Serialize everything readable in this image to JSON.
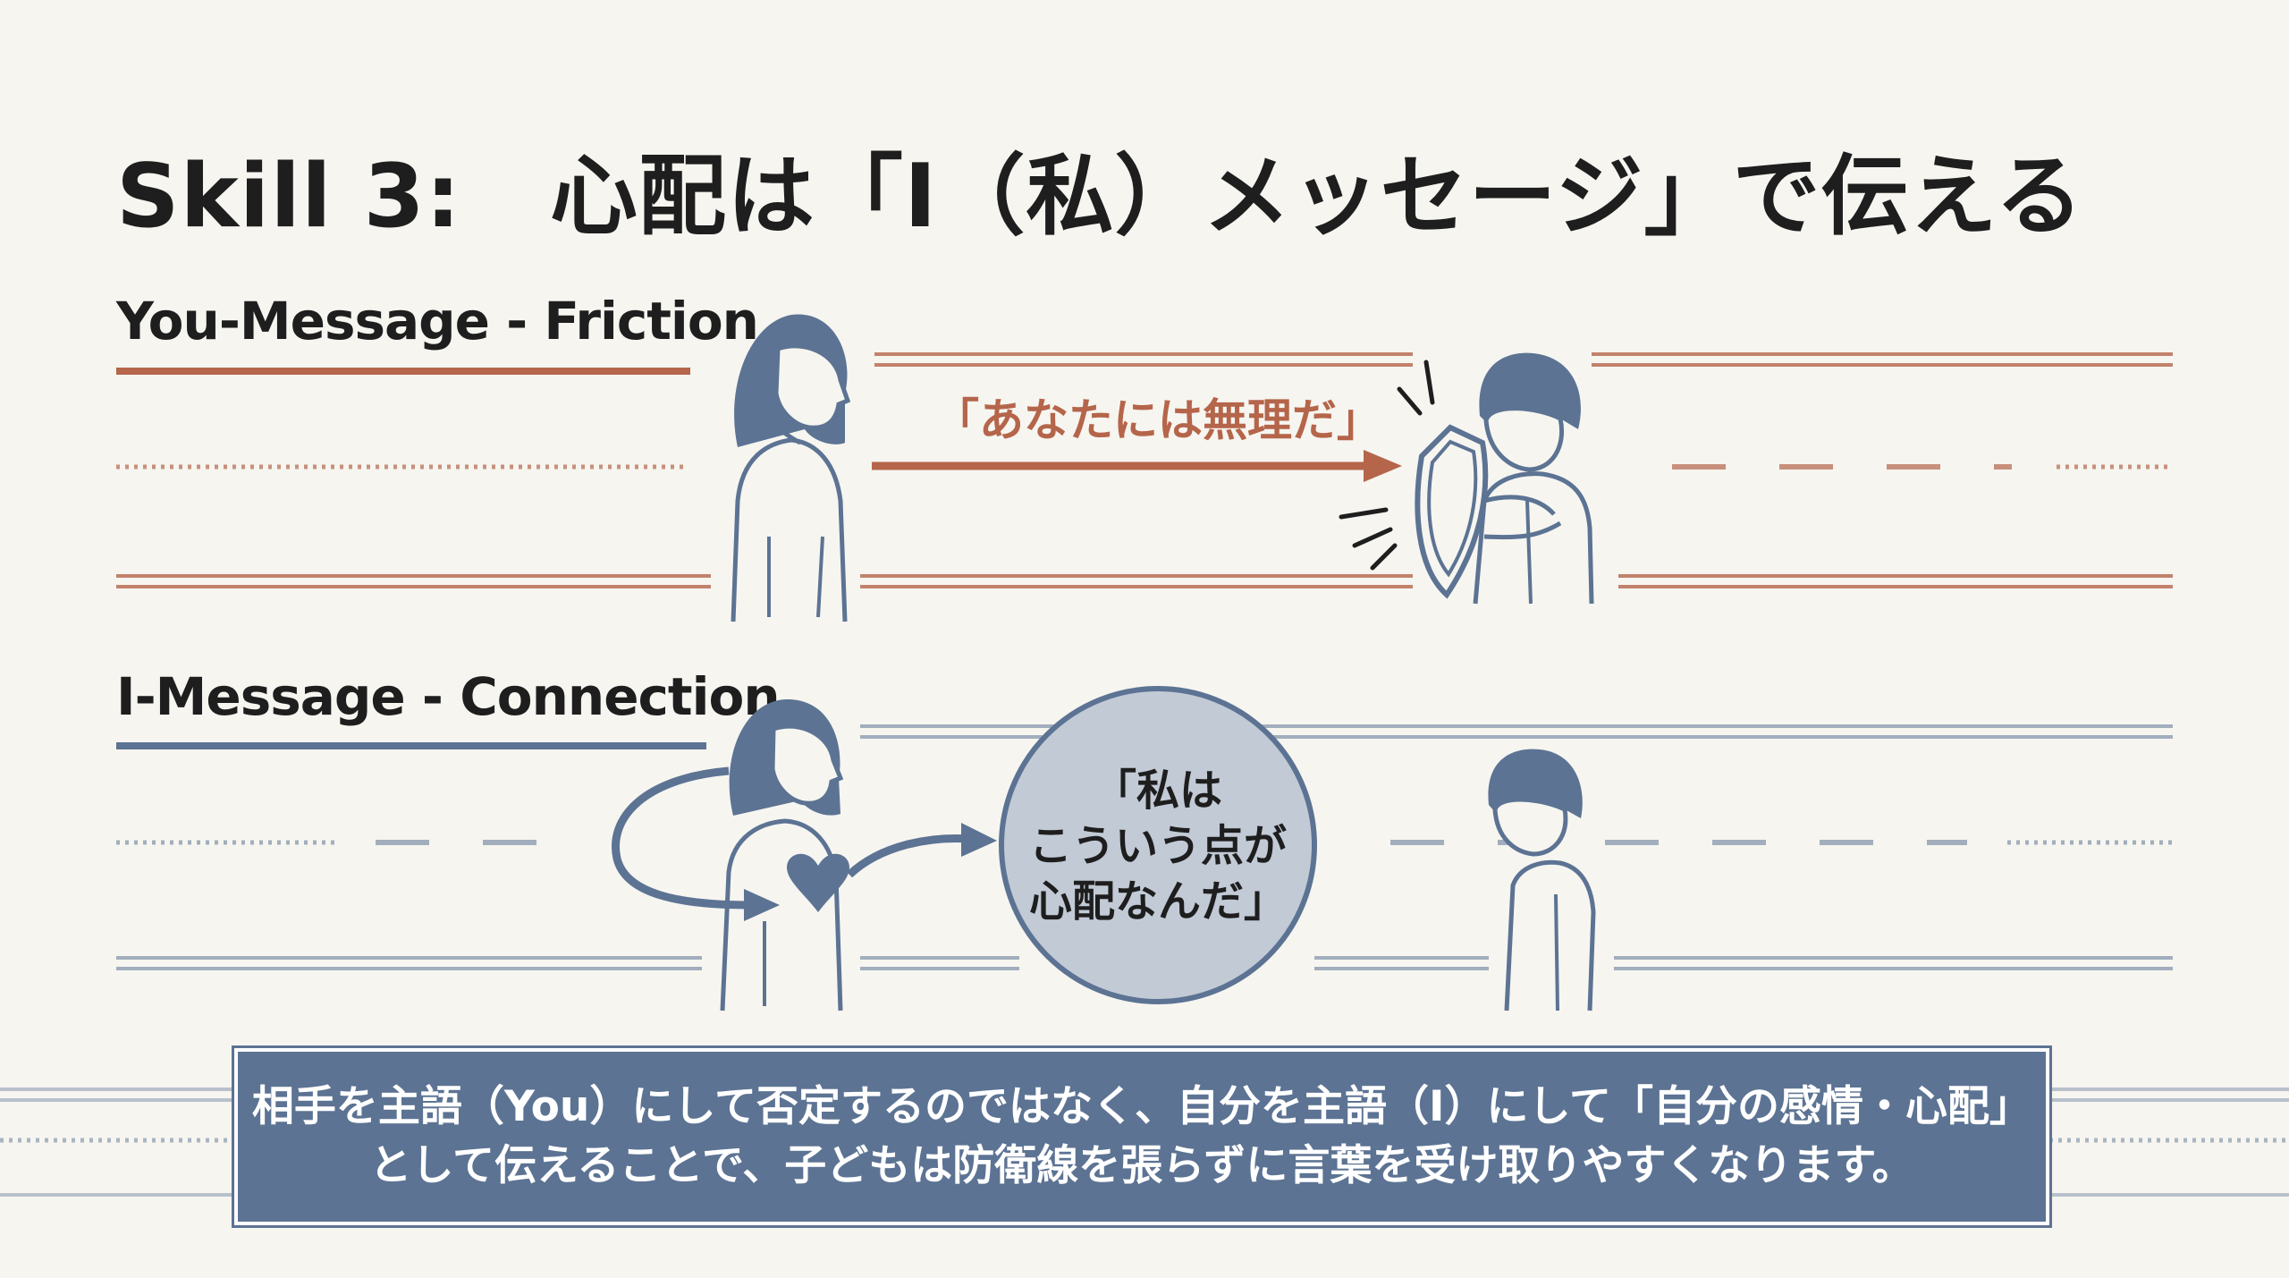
{
  "title": "Skill 3:　心配は「I（私）メッセージ」で伝える",
  "you_section": {
    "label": "You-Message - Friction",
    "speech": "「あなたには無理だ」",
    "color": "#b5654a"
  },
  "i_section": {
    "label": "I-Message - Connection",
    "speech_lines": [
      "「私は",
      "こういう点が",
      "心配なんだ」"
    ],
    "color": "#5c7393"
  },
  "summary": {
    "line1": "相手を主語（You）にして否定するのではなく、自分を主語（I）にして「自分の感情・心配」",
    "line2": "として伝えることで、子どもは防衛線を張らずに言葉を受け取りやすくなります。"
  },
  "icons": [
    "adult-figure",
    "child-figure",
    "shield-icon",
    "heart-icon",
    "arrow-icon"
  ]
}
